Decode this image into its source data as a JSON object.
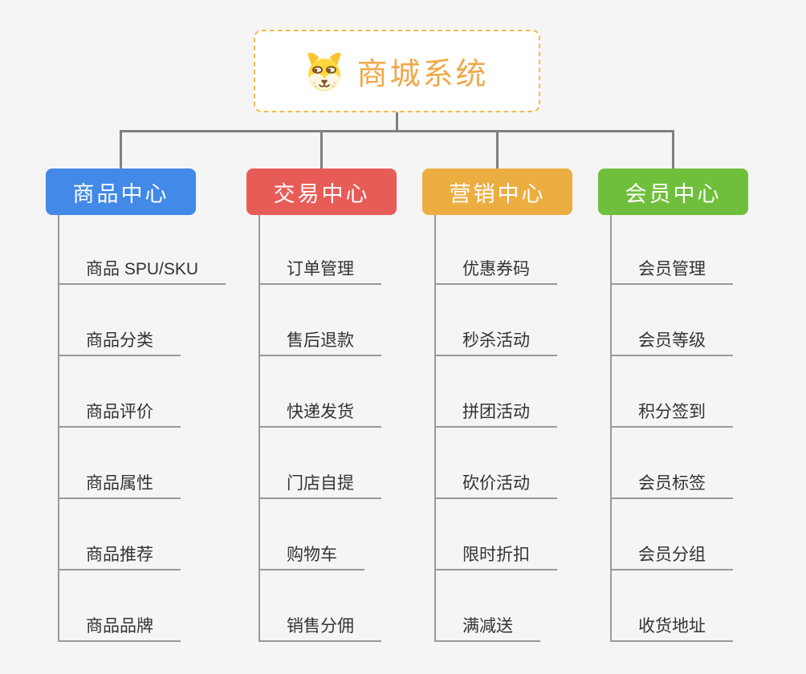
{
  "root": {
    "title": "商城系统",
    "icon": "dog-face-icon",
    "border_color": "#f6bb51",
    "title_color": "#f0a848"
  },
  "colors": {
    "background": "#f5f5f5",
    "connector": "#7f7f7f",
    "item_line": "#999999",
    "item_text": "#333333",
    "header_text": "#ffffff"
  },
  "branches": [
    {
      "label": "商品中心",
      "color": "#4289e8",
      "items": [
        "商品 SPU/SKU",
        "商品分类",
        "商品评价",
        "商品属性",
        "商品推荐",
        "商品品牌"
      ]
    },
    {
      "label": "交易中心",
      "color": "#e85c58",
      "items": [
        "订单管理",
        "售后退款",
        "快递发货",
        "门店自提",
        "购物车",
        "销售分佣"
      ]
    },
    {
      "label": "营销中心",
      "color": "#ecae41",
      "items": [
        "优惠券码",
        "秒杀活动",
        "拼团活动",
        "砍价活动",
        "限时折扣",
        "满减送"
      ]
    },
    {
      "label": "会员中心",
      "color": "#6fbf3c",
      "items": [
        "会员管理",
        "会员等级",
        "积分签到",
        "会员标签",
        "会员分组",
        "收货地址"
      ]
    }
  ]
}
